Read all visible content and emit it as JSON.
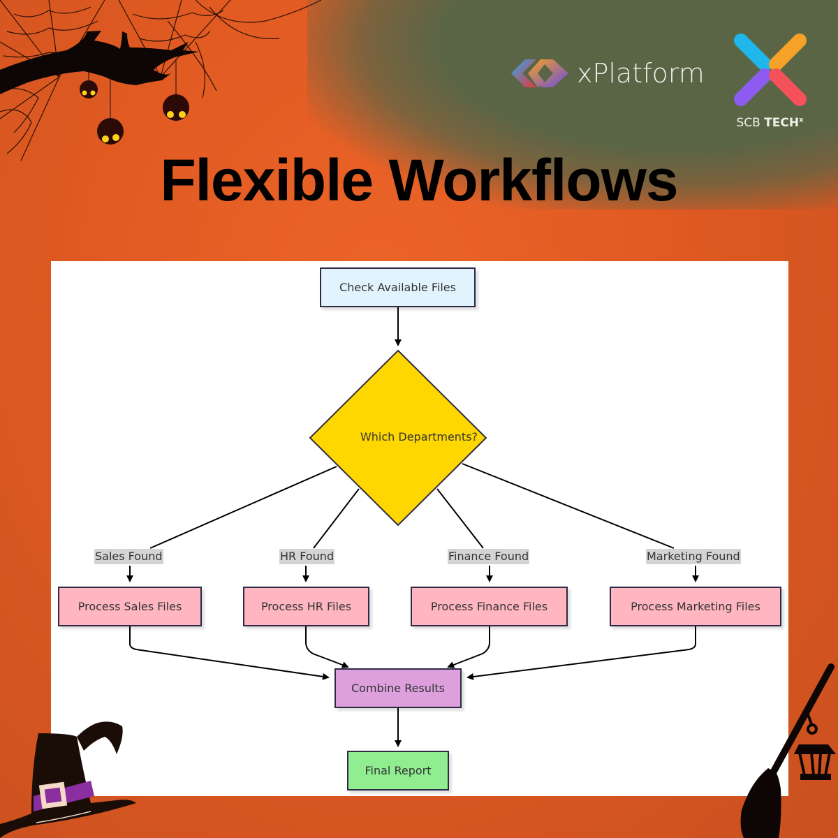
{
  "header": {
    "title": "Flexible Workflows",
    "brand_primary": "xPlatform",
    "brand_secondary_light": "SCB",
    "brand_secondary_bold": "TECH",
    "brand_secondary_sup": "x"
  },
  "colors": {
    "background": "#e05a22",
    "smoke": "#5a6546",
    "start_fill": "#e1f3fc",
    "decision_fill": "#ffd700",
    "process_fill": "#ffb6c1",
    "combine_fill": "#dda0dd",
    "final_fill": "#90ee90",
    "label_bg": "#d4d4d4",
    "stroke": "#2e2a45"
  },
  "flowchart": {
    "start": "Check Available Files",
    "decision": "Which Departments?",
    "branches": [
      {
        "condition": "Sales Found",
        "process": "Process Sales Files"
      },
      {
        "condition": "HR Found",
        "process": "Process HR Files"
      },
      {
        "condition": "Finance Found",
        "process": "Process Finance Files"
      },
      {
        "condition": "Marketing Found",
        "process": "Process Marketing Files"
      }
    ],
    "combine": "Combine Results",
    "end": "Final Report"
  },
  "decorations": [
    "spider-web",
    "tree-branch",
    "hanging-skulls",
    "witch-hat",
    "broom",
    "lantern"
  ]
}
